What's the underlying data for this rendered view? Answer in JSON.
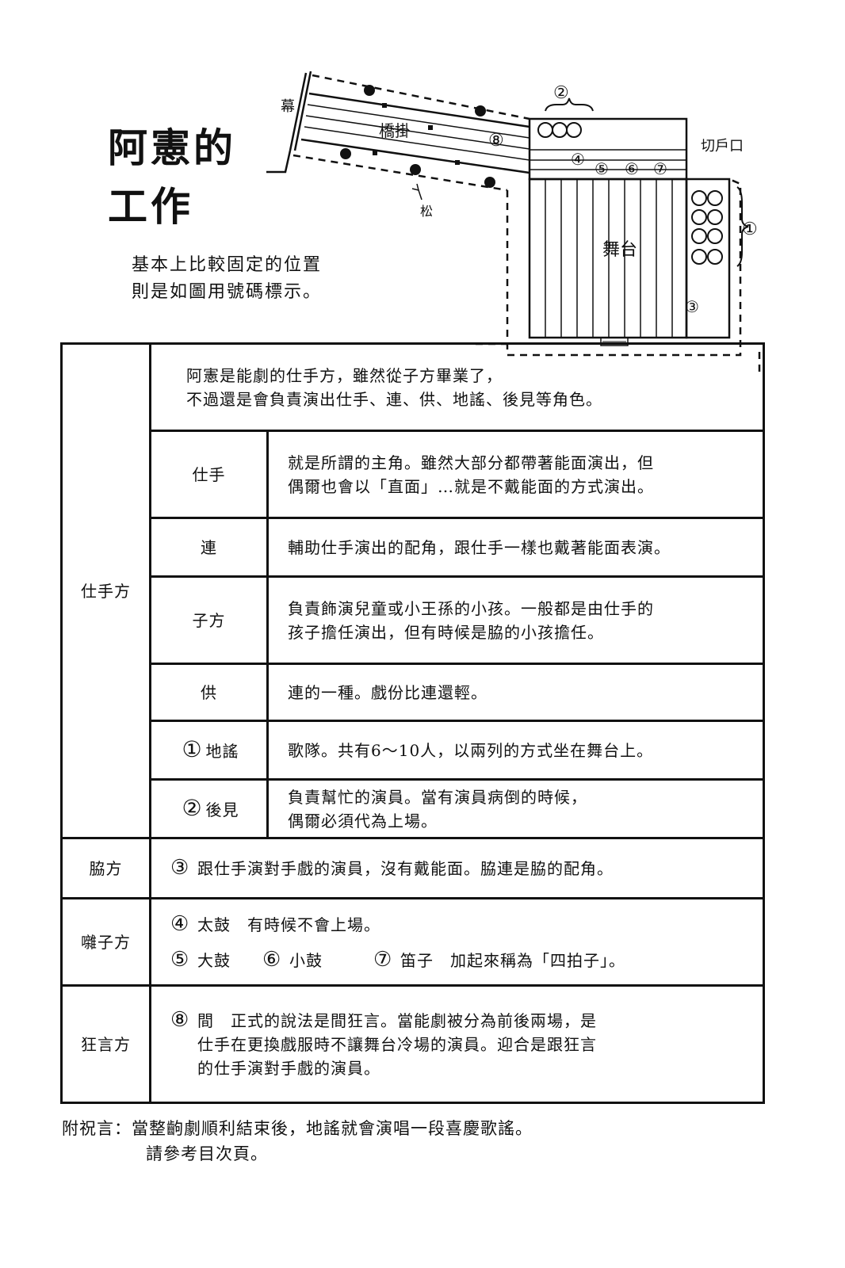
{
  "header": {
    "title_line1": "阿憲的",
    "title_line2": "工作",
    "subtitle_line1": "基本上比較固定的位置",
    "subtitle_line2": "則是如圖用號碼標示。"
  },
  "diagram": {
    "curtain_label": "幕",
    "bridge_label": "橋掛",
    "pine_label": "松",
    "stage_label": "舞台",
    "kirido_label": "切戶口",
    "markers": {
      "m1": "①",
      "m2": "②",
      "m3": "③",
      "m4": "④",
      "m5": "⑤",
      "m6": "⑥",
      "m7": "⑦",
      "m8": "⑧"
    }
  },
  "table": {
    "intro_line1": "阿憲是能劇的仕手方，雖然從子方畢業了，",
    "intro_line2": "不過還是會負責演出仕手、連、供、地謠、後見等角色。",
    "shite_category": "仕手方",
    "roles": [
      {
        "name": "仕手",
        "desc_line1": "就是所謂的主角。雖然大部分都帶著能面演出，但",
        "desc_line2": "偶爾也會以「直面」…就是不戴能面的方式演出。"
      },
      {
        "name": "連",
        "desc_line1": "輔助仕手演出的配角，跟仕手一樣也戴著能面表演。"
      },
      {
        "name": "子方",
        "desc_line1": "負責飾演兒童或小王孫的小孩。一般都是由仕手的",
        "desc_line2": "孩子擔任演出，但有時候是脇的小孩擔任。"
      },
      {
        "name": "供",
        "desc_line1": "連的一種。戲份比連還輕。"
      },
      {
        "num": "①",
        "name": "地謠",
        "desc_line1": "歌隊。共有6～10人，以兩列的方式坐在舞台上。"
      },
      {
        "num": "②",
        "name": "後見",
        "desc_line1": "負責幫忙的演員。當有演員病倒的時候，",
        "desc_line2": "偶爾必須代為上場。"
      }
    ],
    "waki": {
      "category": "脇方",
      "num": "③",
      "text": "跟仕手演對手戲的演員，沒有戴能面。脇連是脇的配角。"
    },
    "hayashi": {
      "category": "囃子方",
      "line1_num": "④",
      "line1_text": "太鼓　有時候不會上場。",
      "num5": "⑤",
      "text5": "大鼓",
      "num6": "⑥",
      "text6": "小鼓",
      "num7": "⑦",
      "text7": "笛子　加起來稱為「四拍子」。"
    },
    "kyogen": {
      "category": "狂言方",
      "num": "⑧",
      "line1": "間　正式的說法是間狂言。當能劇被分為前後兩場，是",
      "line2": "仕手在更換戲服時不讓舞台冷場的演員。迎合是跟狂言",
      "line3": "的仕手演對手戲的演員。"
    }
  },
  "footer": {
    "line1": "附祝言：當整齣劇順利結束後，地謠就會演唱一段喜慶歌謠。",
    "line2": "請參考目次頁。"
  }
}
